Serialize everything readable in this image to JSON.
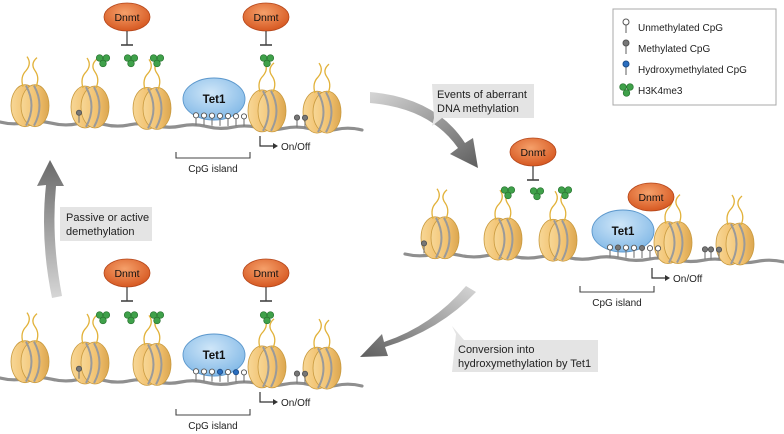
{
  "labels": {
    "dnmt": "Dnmt",
    "tet1": "Tet1",
    "cpg_island": "CpG island",
    "on_off": "On/Off"
  },
  "steps": {
    "aberrant": [
      "Events of aberrant",
      "DNA methylation"
    ],
    "conversion": [
      "Conversion into",
      "hydroxymethylation by Tet1"
    ],
    "demethylation": [
      "Passive or active",
      "demethylation"
    ]
  },
  "legend": [
    {
      "label": "Unmethylated CpG",
      "marker": "open-circle-lollipop"
    },
    {
      "label": "Methylated CpG",
      "marker": "grey-lollipop"
    },
    {
      "label": "Hydroxymethylated CpG",
      "marker": "blue-lollipop"
    },
    {
      "label": "H3K4me3",
      "marker": "green-cluster"
    }
  ],
  "colors": {
    "nucleosome": "#f2c777",
    "nucleosome_edge": "#c99a3e",
    "dna": "#8f8f8f",
    "tail": "#e2b23a",
    "dnmt": "#e06a2e",
    "tet1": "#8ec4ec",
    "h3k4me3": "#3fa14a",
    "methyl": "#777777",
    "hydroxymethyl": "#2a6ec0",
    "arrow": "#8a8a8a",
    "callout": "#e4e4e4"
  }
}
